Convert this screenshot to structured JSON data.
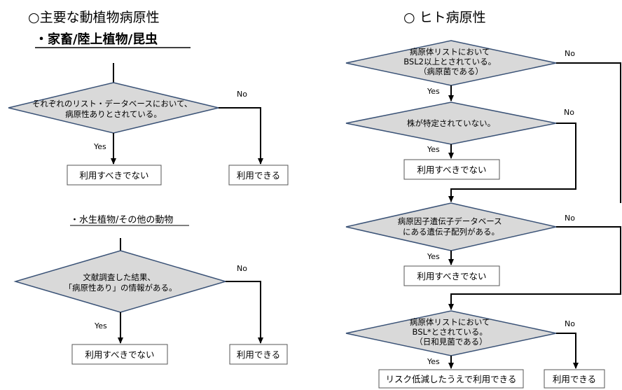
{
  "headings": {
    "left_title": "○主要な動植物病原性",
    "left_subtitle": "・家畜/陸上植物/昆虫",
    "left_subtitle2": "・水生植物/その他の動物",
    "right_title": "○  ヒト病原性"
  },
  "decisions": {
    "d1": [
      "それぞれのリスト・データベースにおいて、",
      "病原性ありとされている。"
    ],
    "d2": [
      "文献調査した結果、",
      "「病原性あり」の情報がある。"
    ],
    "d3": [
      "病原体リストにおいて",
      "BSL2以上とされている。",
      "（病原菌である）"
    ],
    "d4": [
      "株が特定されていない。"
    ],
    "d5": [
      "病原因子遺伝子データベース",
      "にある遺伝子配列がある。"
    ],
    "d6": [
      "病原体リストにおいて",
      "BSL*とされている。",
      "（日和見菌である）"
    ]
  },
  "outcomes": {
    "not_usable": "利用すべきでない",
    "usable": "利用できる",
    "usable_after_risk": "リスク低減したうえで利用できる"
  },
  "edge_labels": {
    "yes": "Yes",
    "no": "No"
  },
  "colors": {
    "diamond_fill": "#d9d9d9",
    "diamond_stroke": "#3b5377",
    "line": "#000000"
  }
}
